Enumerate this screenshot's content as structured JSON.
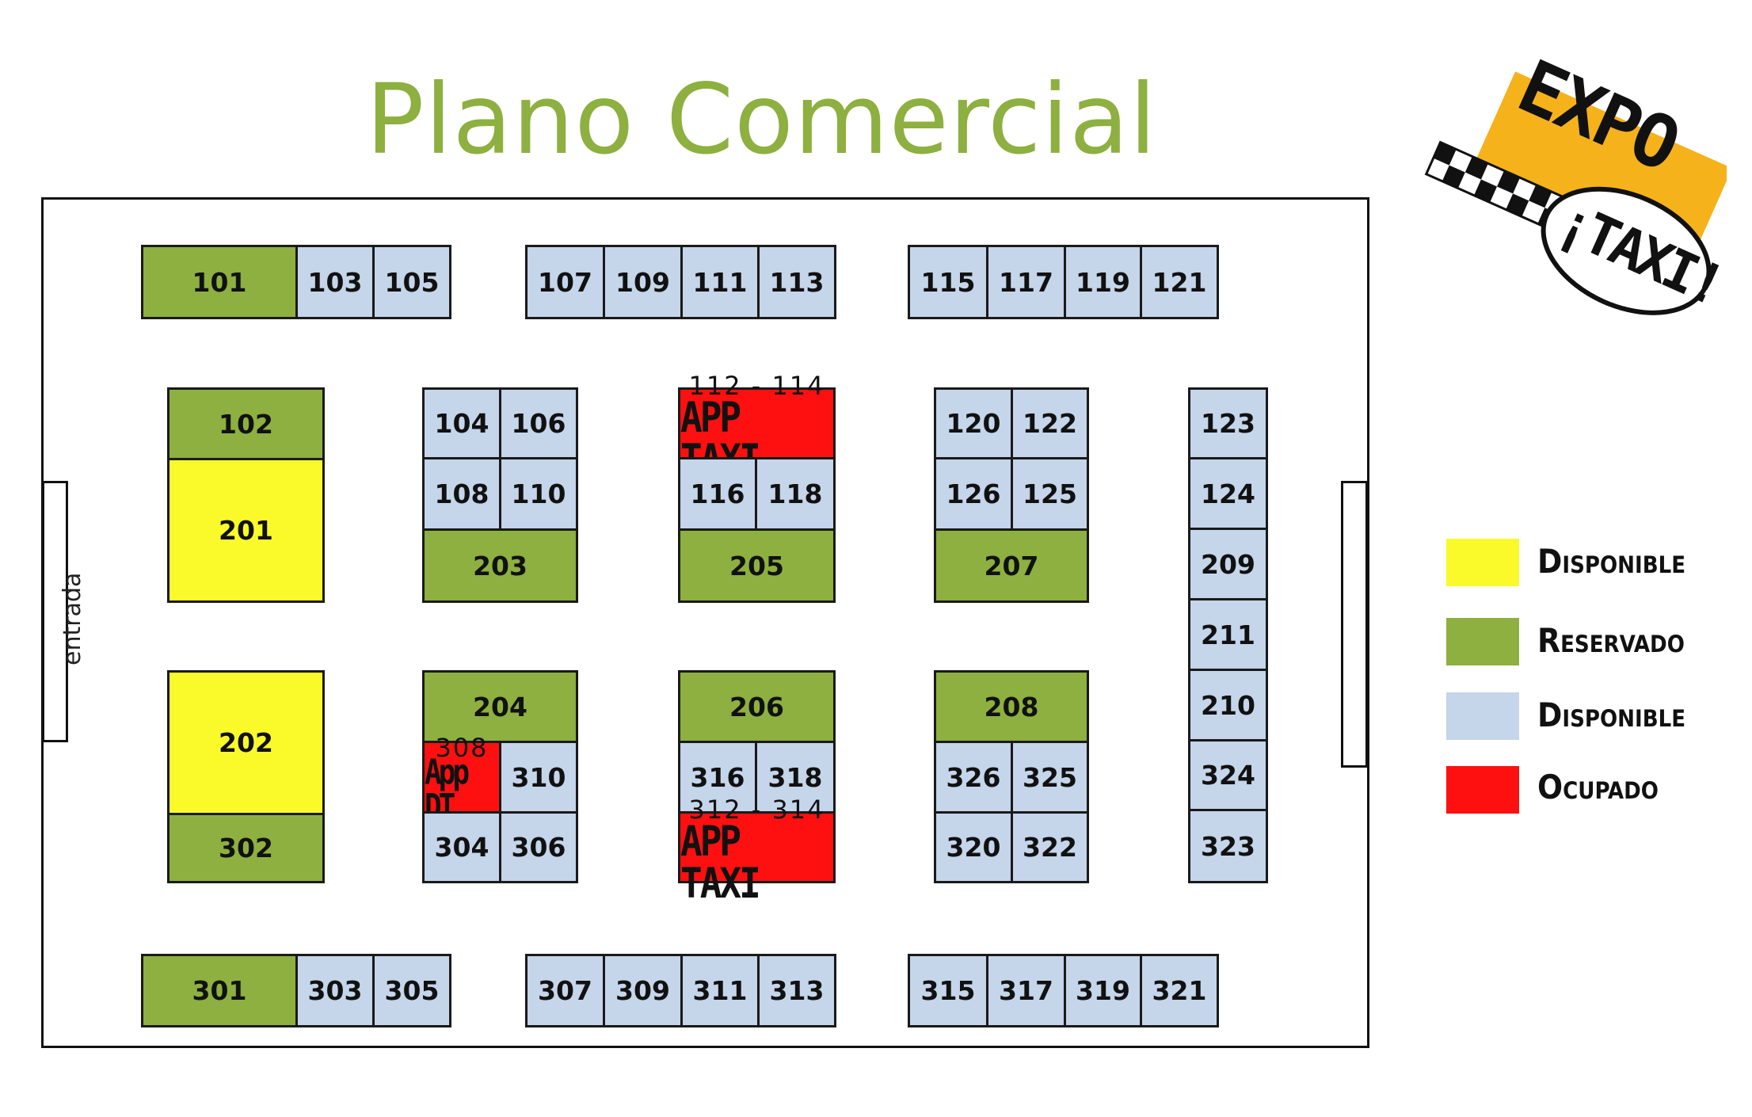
{
  "title": "Plano Comercial",
  "entrance_label": "entrada",
  "colors": {
    "available_yellow": "#fafa2a",
    "reserved_green": "#8db040",
    "available_blue": "#c5d5ea",
    "occupied_red": "#ff1010",
    "title_green": "#8db040"
  },
  "logo": {
    "word1": "EXPO",
    "word2": "¡TAXI!"
  },
  "legend": [
    {
      "label": "Disponible",
      "color": "#fafa2a"
    },
    {
      "label": "Reservado",
      "color": "#8db040"
    },
    {
      "label": "Disponible",
      "color": "#c5d5ea"
    },
    {
      "label": "Ocupado",
      "color": "#ff1010"
    }
  ],
  "booths": {
    "b101": "101",
    "b103": "103",
    "b105": "105",
    "b107": "107",
    "b109": "109",
    "b111": "111",
    "b113": "113",
    "b115": "115",
    "b117": "117",
    "b119": "119",
    "b121": "121",
    "b102": "102",
    "b201": "201",
    "b104": "104",
    "b106": "106",
    "b108": "108",
    "b110": "110",
    "b203": "203",
    "b112_114": {
      "number": "112 - 114",
      "tenant": "APP TAXI"
    },
    "b116": "116",
    "b118": "118",
    "b205": "205",
    "b120": "120",
    "b122": "122",
    "b126": "126",
    "b125": "125",
    "b207": "207",
    "b123": "123",
    "b124": "124",
    "b209": "209",
    "b211": "211",
    "b210": "210",
    "b324": "324",
    "b323": "323",
    "b202": "202",
    "b302": "302",
    "b204": "204",
    "b308": {
      "number": "308",
      "tenant": "App DT"
    },
    "b310": "310",
    "b304": "304",
    "b306": "306",
    "b206": "206",
    "b316": "316",
    "b318": "318",
    "b312_314": {
      "number": "312 - 314",
      "tenant": "APP TAXI"
    },
    "b208": "208",
    "b326": "326",
    "b325": "325",
    "b320": "320",
    "b322": "322",
    "b301": "301",
    "b303": "303",
    "b305": "305",
    "b307": "307",
    "b309": "309",
    "b311": "311",
    "b313": "313",
    "b315": "315",
    "b317": "317",
    "b319": "319",
    "b321": "321"
  }
}
